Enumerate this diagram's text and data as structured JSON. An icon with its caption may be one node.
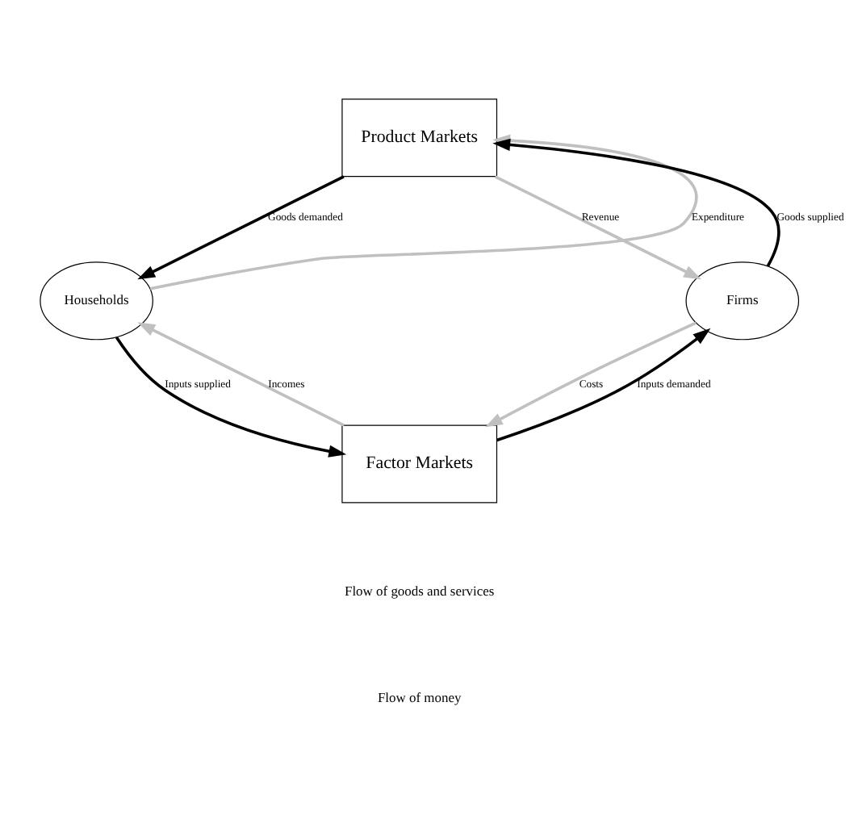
{
  "diagram": {
    "nodes": [
      {
        "text": [
          "Product Markets"
        ]
      },
      {
        "text": [
          "Households"
        ]
      },
      {
        "text": [
          "Firms"
        ]
      },
      {
        "text": [
          "Factor Markets"
        ]
      }
    ],
    "edges": [
      {
        "from": 1,
        "to": 0,
        "arrow": "to",
        "label": "Expenditure",
        "color": "#c0c0c0"
      },
      {
        "from": 0,
        "to": 2,
        "arrow": "to",
        "label": "Revenue",
        "color": "#c0c0c0"
      },
      {
        "from": 2,
        "to": 3,
        "arrow": "to",
        "label": "Costs",
        "color": "#c0c0c0"
      },
      {
        "from": 3,
        "to": 1,
        "arrow": "to",
        "label": "Incomes",
        "color": "#c0c0c0"
      },
      {
        "from": 0,
        "to": 1,
        "arrow": "to",
        "label": "Goods demanded",
        "color": "#000000"
      },
      {
        "from": 2,
        "to": 0,
        "arrow": "to",
        "label": "Goods supplied",
        "color": "#000000"
      },
      {
        "from": 1,
        "to": 3,
        "arrow": "to",
        "label": "Inputs supplied",
        "color": "#000000"
      },
      {
        "from": 3,
        "to": 2,
        "arrow": "to",
        "label": "Inputs demanded",
        "color": "#000000"
      }
    ],
    "legend": [
      {
        "text": "Flow of goods and services"
      },
      {
        "text": "Flow of money"
      }
    ]
  }
}
